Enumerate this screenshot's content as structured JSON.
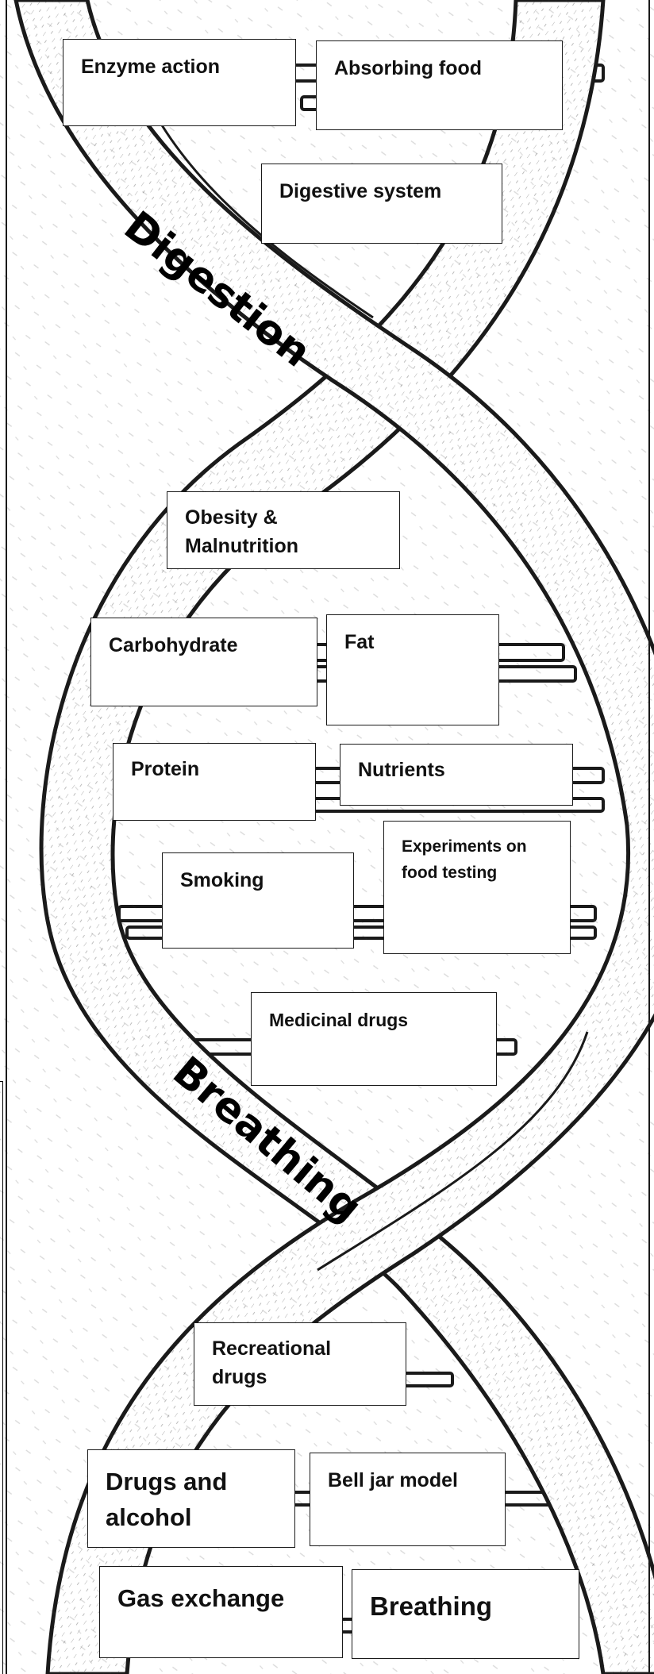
{
  "labels": {
    "digestion": "Digestion",
    "breathing": "Breathing"
  },
  "boxes": {
    "enzyme_action": "Enzyme action",
    "absorbing_food": "Absorbing food",
    "digestive_system": "Digestive system",
    "obesity_malnutrition": "Obesity &\nMalnutrition",
    "carbohydrate": "Carbohydrate",
    "fat": "Fat",
    "protein": "Protein",
    "nutrients": "Nutrients",
    "smoking": "Smoking",
    "experiments_food_testing": "Experiments on\nfood testing",
    "medicinal_drugs": "Medicinal drugs",
    "recreational_drugs": "Recreational\ndrugs",
    "drugs_and_alcohol": "Drugs and\nalcohol",
    "bell_jar_model": "Bell jar model",
    "gas_exchange": "Gas exchange",
    "breathing": "Breathing"
  },
  "colors": {
    "ink": "#1a1a1a",
    "ribbon_fill": "#ffffff",
    "box_border": "#1a1a1a"
  }
}
